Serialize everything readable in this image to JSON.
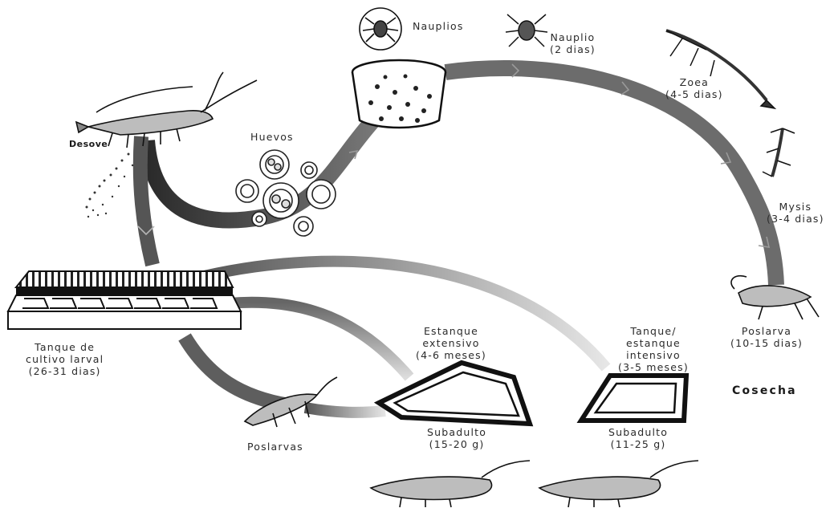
{
  "labels": {
    "desove": "Desove",
    "huevos": "Huevos",
    "nauplios": "Nauplios",
    "nauplio": [
      "Nauplio",
      "(2 dias)"
    ],
    "zoea": [
      "Zoea",
      "(4-5 dias)"
    ],
    "mysis": [
      "Mysis",
      "(3-4 dias)"
    ],
    "poslarva": [
      "Poslarva",
      "(10-15 dias)"
    ],
    "tanque_larval": [
      "Tanque de",
      "cultivo larval",
      "(26-31 dias)"
    ],
    "estanque_extensivo": [
      "Estanque",
      "extensivo",
      "(4-6 meses)"
    ],
    "tanque_intensivo": [
      "Tanque/",
      "estanque",
      "intensivo",
      "(3-5 meses)"
    ],
    "cosecha": "Cosecha",
    "poslarvas": "Poslarvas",
    "subadulto_1": [
      "Subadulto",
      "(15-20 g)"
    ],
    "subadulto_2": [
      "Subadulto",
      "(11-25 g)"
    ]
  },
  "icons": [
    "shrimp-icon",
    "egg-icon",
    "nauplius-icon",
    "zoea-icon",
    "mysis-icon",
    "tank-icon",
    "pond-icon"
  ],
  "colors": {
    "arrow_dark": "#3c3c3c",
    "arrow_mid": "#6e6e6e",
    "arrow_light": "#c8c8c8",
    "ink": "#1f1f1f"
  }
}
